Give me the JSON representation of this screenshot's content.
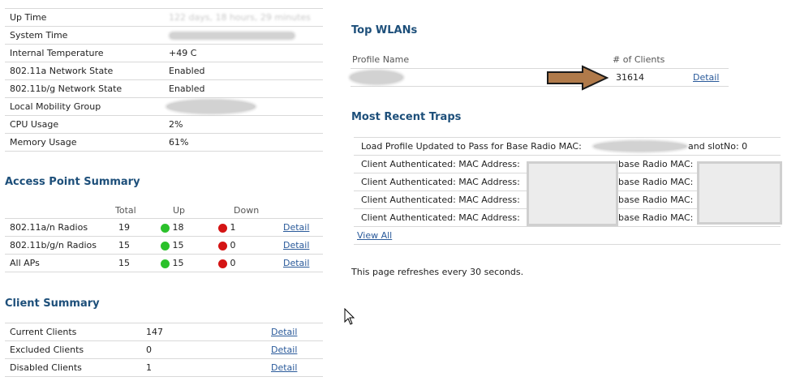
{
  "system": {
    "rows": [
      {
        "label": "Up Time",
        "value": "122 days, 18 hours, 29 minutes",
        "redacted": "text"
      },
      {
        "label": "System Time",
        "value": "",
        "redacted": "bar"
      },
      {
        "label": "Internal Temperature",
        "value": "+49 C"
      },
      {
        "label": "802.11a Network State",
        "value": "Enabled"
      },
      {
        "label": "802.11b/g Network State",
        "value": "Enabled"
      },
      {
        "label": "Local Mobility Group",
        "value": "",
        "redacted": "ellipse"
      },
      {
        "label": "CPU Usage",
        "value": "2%"
      },
      {
        "label": "Memory Usage",
        "value": "61%"
      }
    ]
  },
  "ap_summary": {
    "title": "Access Point Summary",
    "headers": {
      "total": "Total",
      "up": "Up",
      "down": "Down"
    },
    "rows": [
      {
        "label": "802.11a/n Radios",
        "total": "19",
        "up": "18",
        "down": "1",
        "link": "Detail"
      },
      {
        "label": "802.11b/g/n Radios",
        "total": "15",
        "up": "15",
        "down": "0",
        "link": "Detail"
      },
      {
        "label": "All APs",
        "total": "15",
        "up": "15",
        "down": "0",
        "link": "Detail"
      }
    ]
  },
  "client_summary": {
    "title": "Client Summary",
    "rows": [
      {
        "label": "Current Clients",
        "value": "147",
        "link": "Detail"
      },
      {
        "label": "Excluded Clients",
        "value": "0",
        "link": "Detail"
      },
      {
        "label": "Disabled Clients",
        "value": "1",
        "link": "Detail"
      }
    ]
  },
  "top_wlans": {
    "title": "Top WLANs",
    "col_profile": "Profile Name",
    "col_clients": "# of Clients",
    "row": {
      "profile": "",
      "clients": "31614",
      "link": "Detail"
    }
  },
  "traps": {
    "title": "Most Recent Traps",
    "items": [
      {
        "prefix": "Load Profile Updated to Pass for Base Radio MAC:",
        "suffix": "and slotNo: 0"
      },
      {
        "prefix": "Client Authenticated: MAC Address:",
        "mid": "base Radio MAC:"
      },
      {
        "prefix": "Client Authenticated: MAC Address:",
        "mid": "base Radio MAC:"
      },
      {
        "prefix": "Client Authenticated: MAC Address:",
        "mid": "base Radio MAC:"
      },
      {
        "prefix": "Client Authenticated: MAC Address:",
        "mid": "base Radio MAC:"
      }
    ],
    "view_all": "View All"
  },
  "footer_note": "This page refreshes every 30 seconds.",
  "colors": {
    "title": "#1d4f7a",
    "link": "#2a5a9a",
    "up": "#2bc12b",
    "down": "#d41414",
    "arrow": "#b07a4a"
  }
}
